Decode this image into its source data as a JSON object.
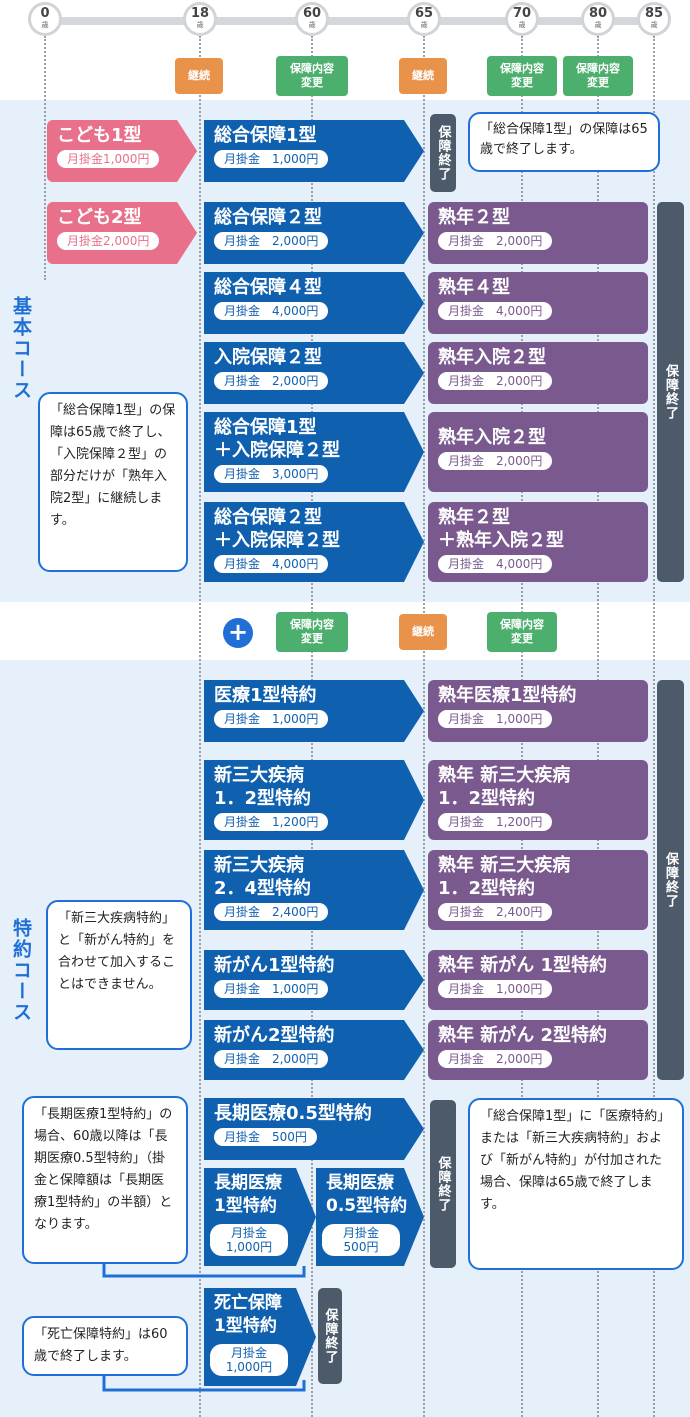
{
  "timeline": {
    "unit": "歳",
    "ticks": [
      "0",
      "18",
      "60",
      "65",
      "70",
      "80",
      "85"
    ],
    "top_tags": {
      "cont1": "継続",
      "change1": "保障内容\n変更",
      "cont2": "継続",
      "change2": "保障内容\n変更",
      "change3": "保障内容\n変更"
    },
    "mid_tags": {
      "change": "保障内容\n変更",
      "cont": "継続",
      "change2": "保障内容\n変更"
    }
  },
  "sections": {
    "basic": "基本コース",
    "rider": "特約コース"
  },
  "plus_icon": "plus-icon",
  "basic": {
    "kids1": {
      "title": "こども1型",
      "price": "月掛金1,000円"
    },
    "kids2": {
      "title": "こども2型",
      "price": "月掛金2,000円"
    },
    "end_short": "保障終了",
    "end_long": "保障終了",
    "note_top": "「総合保障1型」の保障は65歳で終了します。",
    "note_left": "「総合保障1型」の保障は65歳で終了し、「入院保障２型」の部分だけが「熟年入院2型」に継続します。",
    "rows": [
      {
        "title": "総合保障1型",
        "price": "月掛金　1,000円"
      },
      {
        "title": "総合保障２型",
        "price": "月掛金　2,000円",
        "senior": "熟年２型",
        "senior_price": "月掛金　2,000円"
      },
      {
        "title": "総合保障４型",
        "price": "月掛金　4,000円",
        "senior": "熟年４型",
        "senior_price": "月掛金　4,000円"
      },
      {
        "title": "入院保障２型",
        "price": "月掛金　2,000円",
        "senior": "熟年入院２型",
        "senior_price": "月掛金　2,000円"
      },
      {
        "title": "総合保障1型",
        "title2": "＋入院保障２型",
        "price": "月掛金　3,000円",
        "senior": "熟年入院２型",
        "senior_price": "月掛金　2,000円"
      },
      {
        "title": "総合保障２型",
        "title2": "＋入院保障２型",
        "price": "月掛金　4,000円",
        "senior": "熟年２型",
        "senior2": "＋熟年入院２型",
        "senior_price": "月掛金　4,000円"
      }
    ]
  },
  "rider": {
    "rows": [
      {
        "title": "医療1型特約",
        "price": "月掛金　1,000円",
        "senior": "熟年医療1型特約",
        "senior_price": "月掛金　1,000円"
      },
      {
        "title": "新三大疾病",
        "title2": "1．2型特約",
        "price": "月掛金　1,200円",
        "senior": "熟年 新三大疾病",
        "senior2": "1．2型特約",
        "senior_price": "月掛金　1,200円"
      },
      {
        "title": "新三大疾病",
        "title2": "2．4型特約",
        "price": "月掛金　2,400円",
        "senior": "熟年 新三大疾病",
        "senior2": "1．2型特約",
        "senior_price": "月掛金　2,400円"
      },
      {
        "title": "新がん1型特約",
        "price": "月掛金　1,000円",
        "senior": "熟年 新がん 1型特約",
        "senior_price": "月掛金　1,000円"
      },
      {
        "title": "新がん2型特約",
        "price": "月掛金　2,000円",
        "senior": "熟年 新がん 2型特約",
        "senior_price": "月掛金　2,000円"
      }
    ],
    "end_long": "保障終了",
    "note_cancer": "「新三大疾病特約」と「新がん特約」を合わせて加入することはできません。",
    "long05": {
      "title": "長期医療0.5型特約",
      "price": "月掛金　500円"
    },
    "long1": {
      "title": "長期医療",
      "title2": "1型特約",
      "price1": "月掛金",
      "price2": "1,000円"
    },
    "long05b": {
      "title": "長期医療",
      "title2": "0.5型特約",
      "price1": "月掛金",
      "price2": "500円"
    },
    "end_long_med": "保障終了",
    "note_long": "「長期医療1型特約」の場合、60歳以降は「長期医療0.5型特約」（掛金と保障額は「長期医療1型特約」の半額）となります。",
    "note_right": "「総合保障1型」に「医療特約」または「新三大疾病特約」および「新がん特約」が付加された場合、保障は65歳で終了します。",
    "death": {
      "title": "死亡保障",
      "title2": "1型特約",
      "price1": "月掛金",
      "price2": "1,000円"
    },
    "end_death": "保障終了",
    "note_death": "「死亡保障特約」は60歳で終了します。"
  }
}
